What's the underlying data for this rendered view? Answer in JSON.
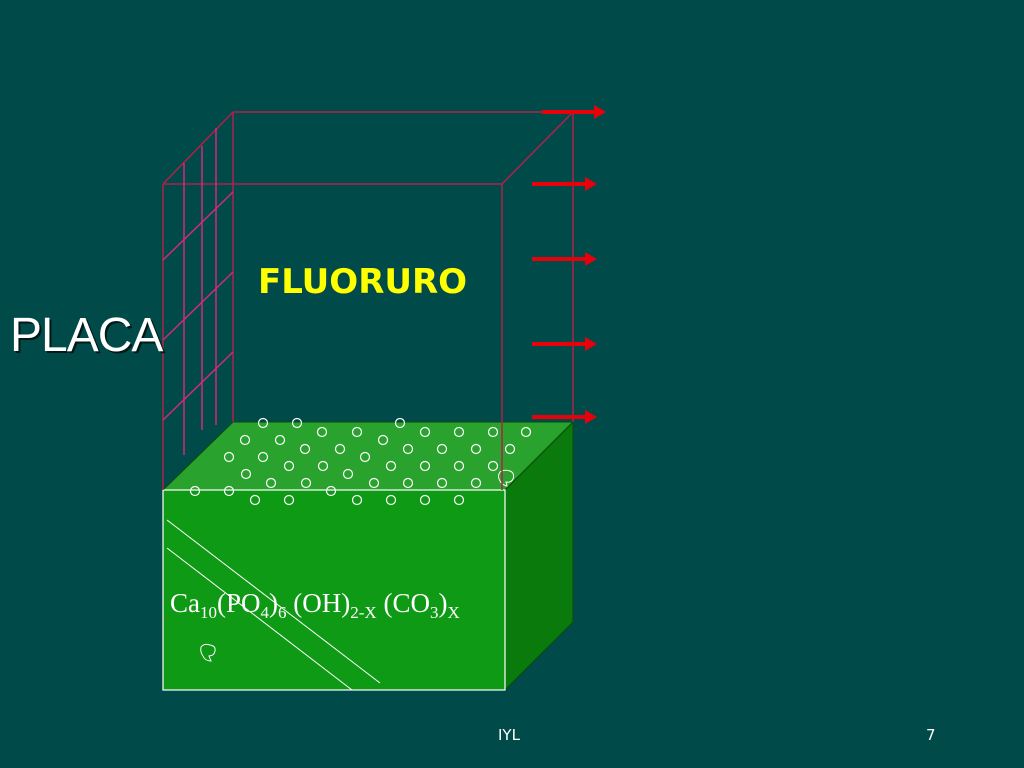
{
  "diagram": {
    "plaque_label": "PLACA",
    "fluoride_label": "FLUORURO",
    "formula": {
      "ca": "Ca",
      "ca_sub": "10",
      "po4_open": "(PO",
      "po4_sub": "4",
      "po4_close": ")",
      "po4_mult": "6",
      "oh": " (OH)",
      "oh_sub": "2-X",
      "co3_open": " (CO",
      "co3_sub": "3",
      "co3_close": ")",
      "co3_mult": "X"
    }
  },
  "footer": {
    "left": "IYL",
    "page_number": "7"
  },
  "colors": {
    "background": "#004b49",
    "enamel_front": "#0f9a16",
    "enamel_top": "#2aa32e",
    "enamel_side": "#0a7a0d",
    "plaque_lines": "#b0204a",
    "grid_lines": "#d22a7a",
    "arrows": "#e8000a",
    "fluoride_text": "#ffff00"
  }
}
